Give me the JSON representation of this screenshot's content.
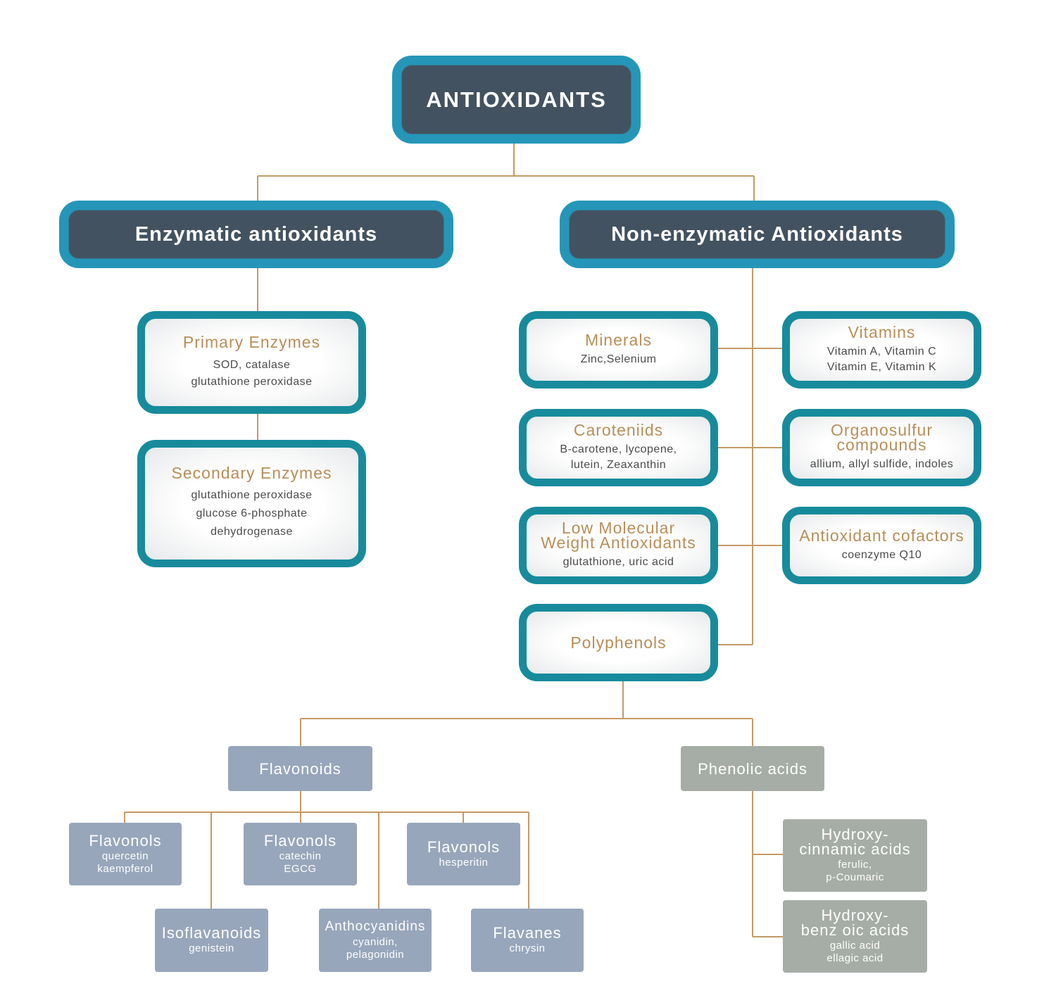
{
  "root": {
    "title": "ANTIOXIDANTS"
  },
  "enzymatic": {
    "title": "Enzymatic antioxidants",
    "primary": {
      "title": "Primary Enzymes",
      "line1": "SOD, catalase",
      "line2": "glutathione peroxidase"
    },
    "secondary": {
      "title": "Secondary Enzymes",
      "line1": "glutathione peroxidase",
      "line2": "glucose 6-phosphate",
      "line3": "dehydrogenase"
    }
  },
  "non_enzymatic": {
    "title": "Non-enzymatic Antioxidants",
    "minerals": {
      "title": "Minerals",
      "line1": "Zinc,Selenium"
    },
    "vitamins": {
      "title": "Vitamins",
      "line1": "Vitamin A, Vitamin C",
      "line2": "Vitamin E, Vitamin K"
    },
    "carotenoids": {
      "title": "Caroteniids",
      "line1": "B-carotene, lycopene,",
      "line2": "lutein, Zeaxanthin"
    },
    "organosulfur": {
      "title1": "Organosulfur",
      "title2": "compounds",
      "line1": "allium, allyl sulfide, indoles"
    },
    "low_molecular": {
      "title1": "Low Molecular",
      "title2": "Weight Antioxidants",
      "line1": "glutathione, uric acid"
    },
    "cofactors": {
      "title": "Antioxidant cofactors",
      "line1": "coenzyme Q10"
    },
    "polyphenols": {
      "title": "Polyphenols"
    }
  },
  "flavonoids": {
    "title": "Flavonoids",
    "flavonols_1": {
      "title": "Flavonols",
      "line1": "quercetin",
      "line2": "kaempferol"
    },
    "flavonols_2": {
      "title": "Flavonols",
      "line1": "catechin",
      "line2": "EGCG"
    },
    "flavonols_3": {
      "title": "Flavonols",
      "line1": "hesperitin"
    },
    "isoflavanoids": {
      "title": "Isoflavanoids",
      "line1": "genistein"
    },
    "anthocyanidins": {
      "title": "Anthocyanidins",
      "line1": "cyanidin,",
      "line2": "pelagonidin"
    },
    "flavanes": {
      "title": "Flavanes",
      "line1": "chrysin"
    }
  },
  "phenolic_acids": {
    "title": "Phenolic acids",
    "hydroxycinnamic": {
      "title1": "Hydroxy-",
      "title2": "cinnamic acids",
      "line1": "ferulic,",
      "line2": "p-Coumaric"
    },
    "hydroxybenzoic": {
      "title1": "Hydroxy-",
      "title2": "benz oic acids",
      "line1": "gallic acid",
      "line2": "ellagic acid"
    }
  },
  "colors": {
    "dark_fill": "#435260",
    "dark_border": "#2596b8",
    "light_border": "#178b9c",
    "title_gold": "#b88e58",
    "connector": "#c49a63",
    "flavonoid_blue": "#97a6bb",
    "phenolic_grey": "#a6ada6"
  }
}
